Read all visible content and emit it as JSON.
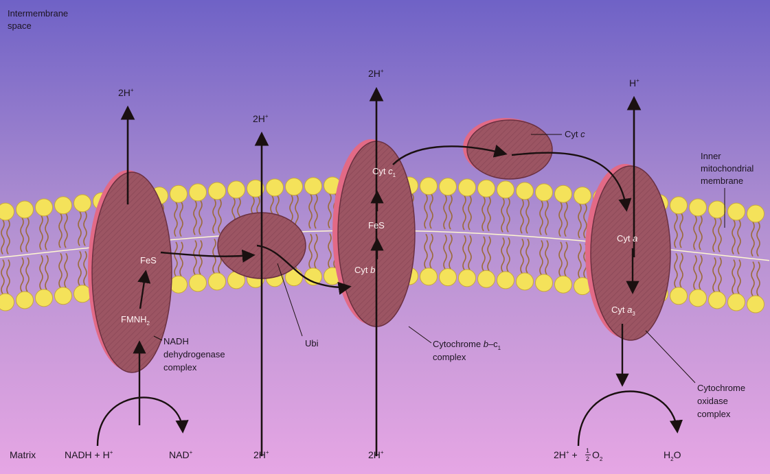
{
  "colors": {
    "bg_top": "#6f62c6",
    "bg_mid": "#b592d2",
    "bg_bottom": "#e6a6e4",
    "protein": "#9c5563",
    "protein_dark": "#6a3040",
    "protein_rim": "#e26a86",
    "lipid_head": "#f4e25a",
    "lipid_tail": "#9c6b3a",
    "arrow": "#1a1010"
  },
  "labels": {
    "intermembrane": [
      "Intermembrane",
      "space"
    ],
    "inner_membrane": [
      "Inner",
      "mitochondrial",
      "membrane"
    ],
    "matrix": "Matrix",
    "nadh_h": "NADH + H",
    "nad": "NAD",
    "plus_sup": "+",
    "two_h_top_1": "2H",
    "two_h_top_2": "2H",
    "two_h_top_3": "2H",
    "h_top_4": "H",
    "two_h_bottom_2": "2H",
    "two_h_bottom_3": "2H",
    "two_h_bottom_4": "2H",
    "half_num": "1",
    "half_den": "2",
    "o2": "O",
    "o2_sub": "2",
    "h2o_h": "H",
    "h2o_sub": "2",
    "h2o_o": "O",
    "fmnh2": "FMNH",
    "fmnh2_sub": "2",
    "fes_1": "FeS",
    "fes_2": "FeS",
    "cyt_prefix": "Cyt ",
    "cyt_b": "b",
    "cyt_c1": "c",
    "cyt_c1_sub": "1",
    "cyt_c": "c",
    "cyt_a": "a",
    "cyt_a3": "a",
    "cyt_a3_sub": "3",
    "ubi": "Ubi",
    "nadh_complex": [
      "NADH",
      "dehydrogenase",
      "complex"
    ],
    "cyt_bc1_line1_pre": "Cytochrome ",
    "cyt_bc1_line1_b": "b",
    "cyt_bc1_line1_dash": "–c",
    "cyt_bc1_line1_sub": "1",
    "cyt_bc1_line2": "complex",
    "cyt_oxidase": [
      "Cytochrome",
      "oxidase",
      "complex"
    ]
  }
}
